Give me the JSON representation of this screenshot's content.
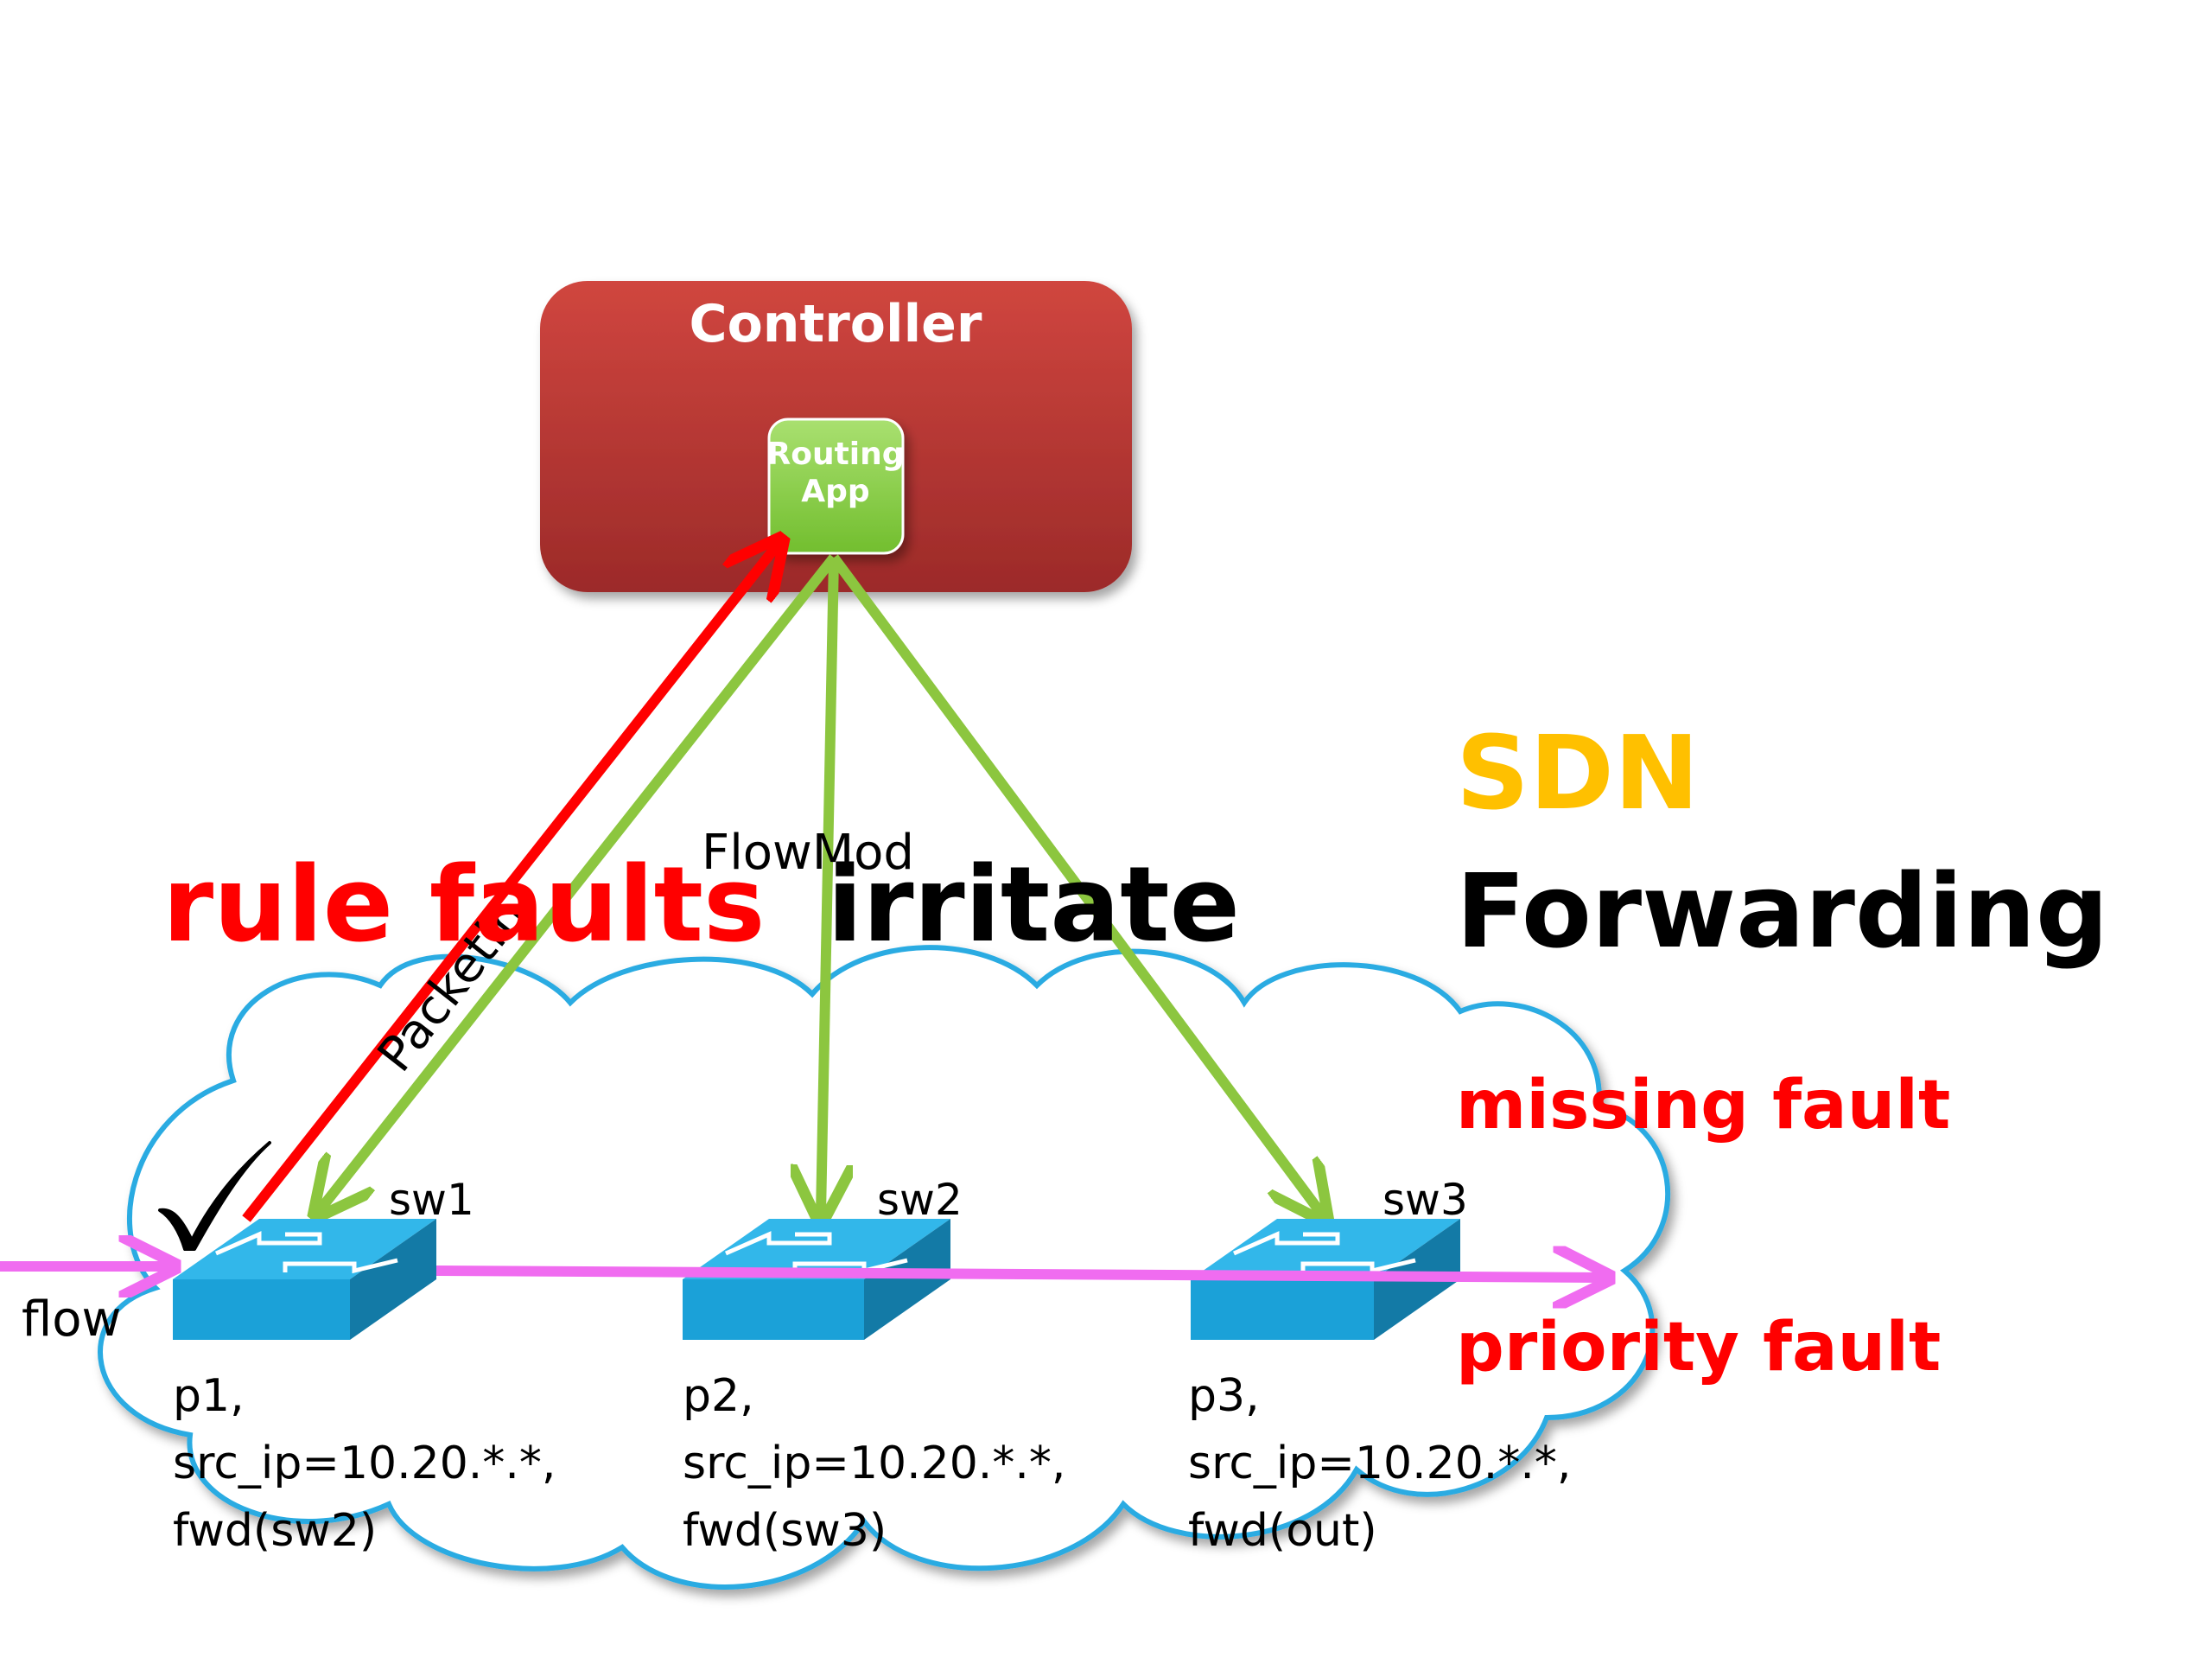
{
  "controller": {
    "title": "Controller",
    "app_line1": "Routing",
    "app_line2": "App"
  },
  "messages": {
    "packet_in": "PacketIn",
    "flow_mod": "FlowMod"
  },
  "overlay": {
    "rule_faults": "rule faults",
    "irritate": "irritate"
  },
  "side_panel": {
    "sdn": "SDN",
    "forwarding": "Forwarding",
    "missing_fault": "missing fault",
    "priority_fault": "priority fault"
  },
  "flow_label": "flow",
  "switches": [
    {
      "name": "sw1",
      "rule_line1": "p1,",
      "rule_line2": "src_ip=10.20.*.*,",
      "rule_line3": "fwd(sw2)"
    },
    {
      "name": "sw2",
      "rule_line1": "p2,",
      "rule_line2": "src_ip=10.20.*.*,",
      "rule_line3": "fwd(sw3)"
    },
    {
      "name": "sw3",
      "rule_line1": "p3,",
      "rule_line2": "src_ip=10.20.*.*,",
      "rule_line3": "fwd(out)"
    }
  ],
  "colors": {
    "controller_top": "#cc4040",
    "controller_bottom": "#9a2828",
    "app_green": "#8ed24a",
    "flowmod_green": "#8cc63f",
    "packetin_red": "#ff0000",
    "flow_magenta": "#f06cf0",
    "cloud_blue": "#29abe2",
    "switch_blue": "#1ba1d8",
    "sdn_yellow": "#ffc000",
    "fault_red": "#ff0000"
  }
}
